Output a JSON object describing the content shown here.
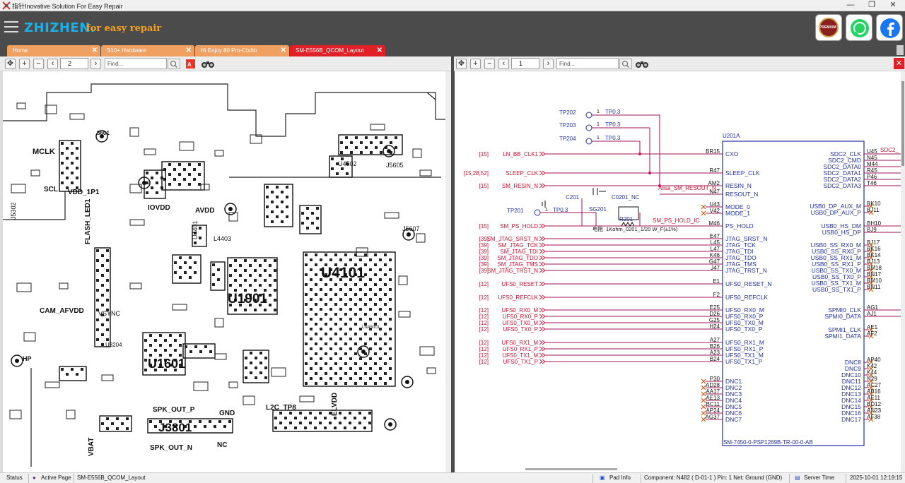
{
  "window": {
    "title": "指针Inovative Solution For Easy Repair",
    "controls": [
      "—",
      "❐",
      "✕"
    ]
  },
  "header": {
    "brand": "ZHIZHEN.",
    "tagline": "for easy repair",
    "premium": "PREMIUM"
  },
  "tabs": [
    {
      "label": "Home"
    },
    {
      "label": "S10+ Hardware"
    },
    {
      "label": "Hi Enjoy 80 Pro-Ctx8b"
    },
    {
      "label": "SM-E556B_QCOM_Layout"
    }
  ],
  "left_toolbar": {
    "page": "2",
    "find_placeholder": "Find..."
  },
  "right_toolbar": {
    "page": "1",
    "find_placeholder": "Find..."
  },
  "pcb_labels": {
    "mclk": "MCLK",
    "scl": "SCL",
    "vdd": "VDD_1P1",
    "flash": "FLASH_LED1",
    "iovdd": "IOVDD",
    "avdd": "AVDD",
    "cam": "CAM_AFVDD",
    "u1901": "U1901",
    "u4101": "U4101",
    "u1601": "U1601",
    "u5601": "5601",
    "u4502": "U4502",
    "j5605": "J5605",
    "j5302": "J5302",
    "j5607": "J5607",
    "l4403": "L4403",
    "spk_p": "SPK_OUT_P",
    "spk_n": "SPK_OUT_N",
    "gnd": "GND",
    "l2c": "L2C_TP8",
    "j3801": "J3801",
    "vbat": "VBAT",
    "vsync": "VSYNC",
    "u4401": "U4401",
    "u3204": "U3204",
    "hp": "HP",
    "nc": "NC",
    "elvdd": "ELVDD",
    "lna": "LNA5001"
  },
  "schematic": {
    "chip": "U201A",
    "part": "SM-7450-0-PSP1269B-TR-00-0-AB",
    "tps": [
      {
        "id": "TP202",
        "net": "TP0.3"
      },
      {
        "id": "TP203",
        "net": "TP0.3"
      },
      {
        "id": "TP204",
        "net": "TP0.3"
      }
    ],
    "tp201": {
      "id": "TP201",
      "net": "TP0.3"
    },
    "caps": {
      "c201": "C201",
      "c0201": "C0201_NC",
      "sg201": "SG201",
      "r201": "R201",
      "r_desc": "1Kohm_0201_1/20 W_F(±1%)",
      "res_pref": "电阻",
      "alisa": "Alisa_SM_RESOUT_N",
      "hold_ic": "SM_PS_HOLD_IC"
    },
    "left_pins": [
      {
        "ref": "[15]",
        "net": "LN_BB_CLK1",
        "ball": "BR15",
        "name": "CXO"
      },
      {
        "ref": "[15,28,52]",
        "net": "SLEEP_CLK",
        "ball": "R47",
        "name": "SLEEP_CLK"
      },
      {
        "ref": "[15]",
        "net": "SM_RESIN_N",
        "ball": "AM2",
        "name": "RESIN_N"
      },
      {
        "ref": "",
        "net": "",
        "ball": "N47",
        "name": "RESOUT_N"
      },
      {
        "ref": "",
        "net": "",
        "ball": "U43",
        "name": "MODE_0"
      },
      {
        "ref": "",
        "net": "",
        "ball": "V42",
        "name": "MODE_1"
      },
      {
        "ref": "[15]",
        "net": "SM_PS_HOLD",
        "ball": "M46",
        "name": "PS_HOLD"
      },
      {
        "ref": "[39]",
        "net": "SM_JTAG_SRST_N",
        "ball": "E47",
        "name": "JTAG_SRST_N"
      },
      {
        "ref": "[39]",
        "net": "SM_JTAG_TCK",
        "ball": "L45",
        "name": "JTAG_TCK"
      },
      {
        "ref": "[39]",
        "net": "SM_JTAG_TDI",
        "ball": "L47",
        "name": "JTAG_TDI"
      },
      {
        "ref": "[39]",
        "net": "SM_JTAG_TDO",
        "ball": "K46",
        "name": "JTAG_TDO"
      },
      {
        "ref": "[39]",
        "net": "SM_JTAG_TMS",
        "ball": "G47",
        "name": "JTAG_TMS"
      },
      {
        "ref": "[39]",
        "net": "SM_JTAG_TRST_N",
        "ball": "J47",
        "name": "JTAG_TRST_N"
      },
      {
        "ref": "[12]",
        "net": "UFS0_RESET",
        "ball": "E1",
        "name": "UFS0_RESET_N"
      },
      {
        "ref": "[12]",
        "net": "UFS0_REFCLK",
        "ball": "F2",
        "name": "UFS0_REFCLK"
      },
      {
        "ref": "[12]",
        "net": "UFS0_RX0_M",
        "ball": "E25",
        "name": "UFS0_RX0_M"
      },
      {
        "ref": "[12]",
        "net": "UFS0_RX0_P",
        "ball": "D26",
        "name": "UFS0_RX0_P"
      },
      {
        "ref": "[12]",
        "net": "UFS0_TX0_M",
        "ball": "G25",
        "name": "UFS0_TX0_M"
      },
      {
        "ref": "[12]",
        "net": "UFS0_TX0_P",
        "ball": "H24",
        "name": "UFS0_TX0_P"
      },
      {
        "ref": "[12]",
        "net": "UFS0_RX1_M",
        "ball": "A27",
        "name": "UFS0_RX1_M"
      },
      {
        "ref": "[12]",
        "net": "UFS0_RX1_P",
        "ball": "B26",
        "name": "UFS0_RX1_P"
      },
      {
        "ref": "[12]",
        "net": "UFS0_TX1_M",
        "ball": "A23",
        "name": "UFS0_TX1_M"
      },
      {
        "ref": "[12]",
        "net": "UFS0_TX1_P",
        "ball": "B24",
        "name": "UFS0_TX1_P"
      },
      {
        "ref": "",
        "net": "",
        "ball": "P30",
        "name": "DNC1"
      },
      {
        "ref": "",
        "net": "",
        "ball": "AD28",
        "name": "DNC2"
      },
      {
        "ref": "",
        "net": "",
        "ball": "AA17",
        "name": "DNC3"
      },
      {
        "ref": "",
        "net": "",
        "ball": "AE13",
        "name": "DNC4"
      },
      {
        "ref": "",
        "net": "",
        "ball": "BC11",
        "name": "DNC5"
      },
      {
        "ref": "",
        "net": "",
        "ball": "AP24",
        "name": "DNC6"
      },
      {
        "ref": "",
        "net": "",
        "ball": "AG37",
        "name": "DNC7"
      }
    ],
    "right_pins": [
      {
        "name": "SDC2_CLK",
        "ball": "U45",
        "net": "SDC2_"
      },
      {
        "name": "SDC2_CMD",
        "ball": "N45",
        "net": ""
      },
      {
        "name": "SDC2_DATA0",
        "ball": "M44",
        "net": ""
      },
      {
        "name": "SDC2_DATA1",
        "ball": "R45",
        "net": ""
      },
      {
        "name": "SDC2_DATA2",
        "ball": "P46",
        "net": ""
      },
      {
        "name": "SDC2_DATA3",
        "ball": "T46",
        "net": ""
      },
      {
        "name": "USB0_DP_AUX_M",
        "ball": "BK10",
        "net": ""
      },
      {
        "name": "USB0_DP_AUX_P",
        "ball": "BJ11",
        "net": ""
      },
      {
        "name": "USB0_HS_DM",
        "ball": "BH10",
        "net": ""
      },
      {
        "name": "USB0_HS_DP",
        "ball": "BJ9",
        "net": ""
      },
      {
        "name": "USB0_SS_RX0_M",
        "ball": "BJ17",
        "net": ""
      },
      {
        "name": "USB0_SS_RX0_P",
        "ball": "BK16",
        "net": ""
      },
      {
        "name": "USB0_SS_RX1_M",
        "ball": "BK14",
        "net": ""
      },
      {
        "name": "USB0_SS_RX1_P",
        "ball": "BJ13",
        "net": ""
      },
      {
        "name": "USB0_SS_TX0_M",
        "ball": "BM18",
        "net": ""
      },
      {
        "name": "USB0_SS_TX0_P",
        "ball": "BN17",
        "net": ""
      },
      {
        "name": "USB0_SS_TX1_M",
        "ball": "BM10",
        "net": ""
      },
      {
        "name": "USB0_SS_TX1_P",
        "ball": "BN11",
        "net": ""
      },
      {
        "name": "SPMI0_CLK",
        "ball": "AG1",
        "net": ""
      },
      {
        "name": "SPMI0_DATA",
        "ball": "AJ1",
        "net": ""
      },
      {
        "name": "SPMI1_CLK",
        "ball": "AE1",
        "net": ""
      },
      {
        "name": "SPMI1_DATA",
        "ball": "AF2",
        "net": ""
      },
      {
        "name": "DNC8",
        "ball": "AP40",
        "net": ""
      },
      {
        "name": "DNC9",
        "ball": "K42",
        "net": ""
      },
      {
        "name": "DNC10",
        "ball": "K44",
        "net": ""
      },
      {
        "name": "DNC11",
        "ball": "N29",
        "net": ""
      },
      {
        "name": "DNC12",
        "ball": "AC27",
        "net": ""
      },
      {
        "name": "DNC13",
        "ball": "AB16",
        "net": ""
      },
      {
        "name": "DNC14",
        "ball": "AE11",
        "net": ""
      },
      {
        "name": "DNC15",
        "ball": "BD12",
        "net": ""
      },
      {
        "name": "DNC16",
        "ball": "AN23",
        "net": ""
      },
      {
        "name": "DNC17",
        "ball": "AF38",
        "net": ""
      }
    ]
  },
  "status": {
    "status": "Status",
    "active_page_label": "Active Page",
    "active_page": "SM-E556B_QCOM_Layout",
    "pad_info": "Pad Info",
    "component": "Component: N482 ( D-01-1 ) Pin: 1 Net: Ground (GND)",
    "server_time": "Server Time",
    "datetime": "2025-10-01 12:19:15"
  }
}
